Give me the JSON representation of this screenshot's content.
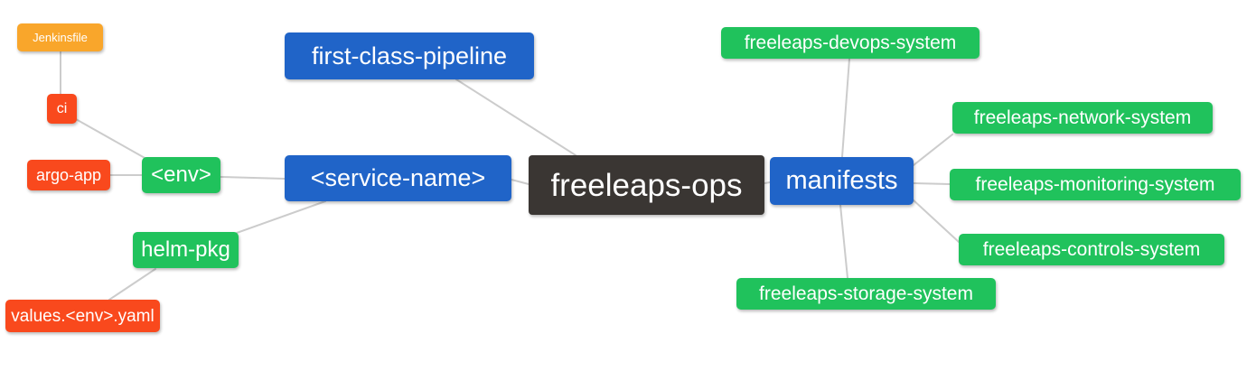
{
  "diagram": {
    "type": "mindmap",
    "background": "#ffffff",
    "edge_color": "#cccccc",
    "palette": {
      "root_dark": "#3a3633",
      "branch_blue": "#2064c8",
      "leaf_green": "#20c25c",
      "leaf_red": "#f9491d",
      "leaf_orange": "#f9a62b",
      "text": "#ffffff"
    },
    "nodes": {
      "root": {
        "label": "freeleaps-ops",
        "color": "#3a3633"
      },
      "first_class_pipeline": {
        "label": "first-class-pipeline",
        "color": "#2064c8"
      },
      "service_name": {
        "label": "<service-name>",
        "color": "#2064c8"
      },
      "manifests": {
        "label": "manifests",
        "color": "#2064c8"
      },
      "env": {
        "label": "<env>",
        "color": "#20c25c"
      },
      "helm_pkg": {
        "label": "helm-pkg",
        "color": "#20c25c"
      },
      "ci": {
        "label": "ci",
        "color": "#f9491d"
      },
      "argo_app": {
        "label": "argo-app",
        "color": "#f9491d"
      },
      "jenkinsfile": {
        "label": "Jenkinsfile",
        "color": "#f9a62b"
      },
      "values_env_yaml": {
        "label": "values.<env>.yaml",
        "color": "#f9491d"
      },
      "devops_system": {
        "label": "freeleaps-devops-system",
        "color": "#20c25c"
      },
      "network_system": {
        "label": "freeleaps-network-system",
        "color": "#20c25c"
      },
      "monitoring_system": {
        "label": "freeleaps-monitoring-system",
        "color": "#20c25c"
      },
      "controls_system": {
        "label": "freeleaps-controls-system",
        "color": "#20c25c"
      },
      "storage_system": {
        "label": "freeleaps-storage-system",
        "color": "#20c25c"
      }
    },
    "edges": [
      {
        "from": "jenkinsfile",
        "to": "ci"
      },
      {
        "from": "ci",
        "to": "env"
      },
      {
        "from": "argo_app",
        "to": "env"
      },
      {
        "from": "env",
        "to": "service_name"
      },
      {
        "from": "helm_pkg",
        "to": "service_name"
      },
      {
        "from": "values_env_yaml",
        "to": "helm_pkg"
      },
      {
        "from": "service_name",
        "to": "root"
      },
      {
        "from": "first_class_pipeline",
        "to": "root"
      },
      {
        "from": "root",
        "to": "manifests"
      },
      {
        "from": "manifests",
        "to": "devops_system"
      },
      {
        "from": "manifests",
        "to": "network_system"
      },
      {
        "from": "manifests",
        "to": "monitoring_system"
      },
      {
        "from": "manifests",
        "to": "controls_system"
      },
      {
        "from": "manifests",
        "to": "storage_system"
      }
    ]
  }
}
